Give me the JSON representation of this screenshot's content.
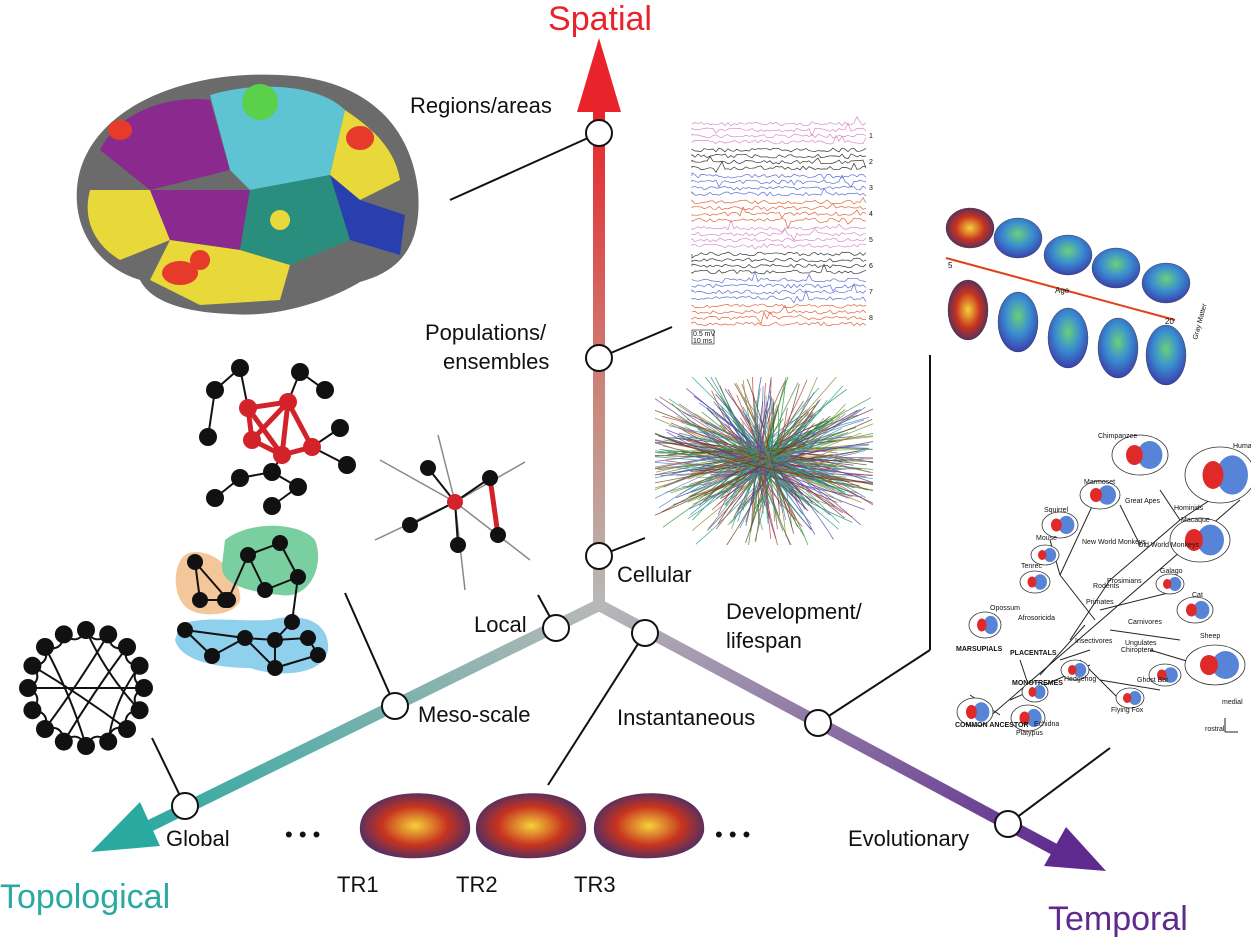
{
  "axes": {
    "spatial": {
      "title": "Spatial",
      "color": "#e8232a"
    },
    "topological": {
      "title": "Topological",
      "color": "#2aa9a0"
    },
    "temporal": {
      "title": "Temporal",
      "color": "#5e2a8e"
    }
  },
  "spatial_levels": {
    "regions": "Regions/areas",
    "populations_1": "Populations/",
    "populations_2": "ensembles",
    "cellular": "Cellular"
  },
  "topological_levels": {
    "local": "Local",
    "meso": "Meso-scale",
    "global": "Global"
  },
  "temporal_levels": {
    "instantaneous": "Instantaneous",
    "development_1": "Development/",
    "development_2": "lifespan",
    "evolutionary": "Evolutionary"
  },
  "timepoints": [
    "TR1",
    "TR2",
    "TR3"
  ],
  "ellipsis": "• • •",
  "eeg_panel": {
    "channels": [
      "1",
      "2",
      "3",
      "4",
      "5",
      "6",
      "7",
      "8"
    ],
    "scale_v": "0.5 mV",
    "scale_t": "10 ms"
  },
  "development_panel": {
    "age_label": "Age",
    "age_start": "5",
    "age_end": "20",
    "gray_matter": "Gray Matter"
  },
  "evolution_panel": {
    "taxa": [
      "Chimpanzee",
      "Human",
      "Marmoset",
      "Great Apes",
      "Hominids",
      "Squirrel",
      "Macaque",
      "Mouse",
      "New World Monkeys",
      "Old World Monkeys",
      "Tenrec",
      "Rodents",
      "Prosimians",
      "Galago",
      "Primates",
      "Opossum",
      "Cat",
      "Afrosoricida",
      "Carnivores",
      "Insectivores",
      "Ungulates",
      "Sheep",
      "MARSUPIALS",
      "PLACENTALS",
      "Chiroptera",
      "Hedgehog",
      "Ghost Bat",
      "MONOTREMES",
      "medial",
      "COMMON ANCESTOR",
      "Echidna",
      "Flying Fox",
      "rostral",
      "Platypus"
    ]
  }
}
